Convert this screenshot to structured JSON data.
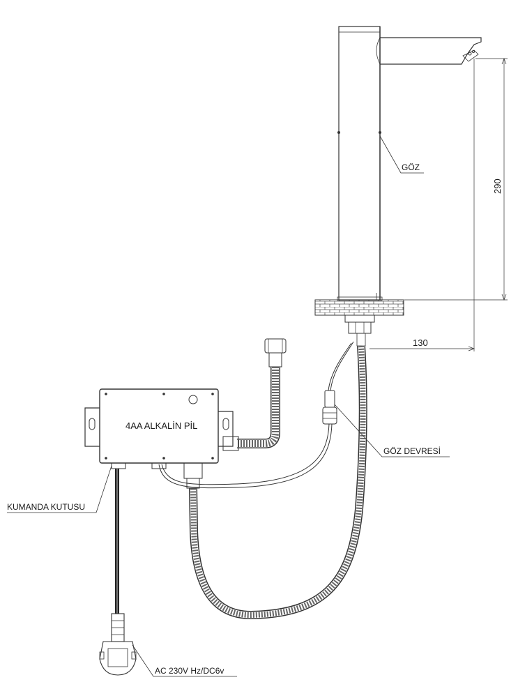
{
  "labels": {
    "sensor": "GÖZ",
    "height_dim": "290",
    "reach_dim": "130",
    "battery": "4AA ALKALİN PİL",
    "sensor_circuit": "GÖZ DEVRESİ",
    "control_box": "KUMANDA KUTUSU",
    "power": "AC 230V Hz/DC6v"
  },
  "colors": {
    "line": "#333333",
    "hose": "#555555"
  }
}
